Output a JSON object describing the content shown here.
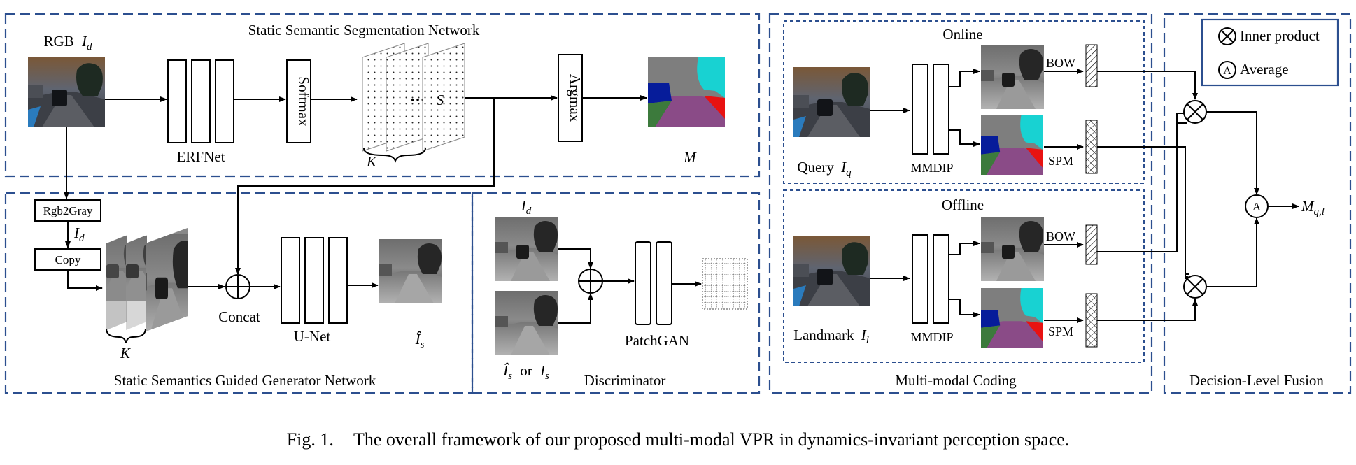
{
  "panels": {
    "segmentation": "Static Semantic Segmentation Network",
    "generator": "Static Semantics Guided Generator Network",
    "discriminator": "Discriminator",
    "multimodal": "Multi-modal Coding",
    "fusion": "Decision-Level Fusion"
  },
  "labels": {
    "rgb": "RGB",
    "id_sym": "I",
    "id_sub": "d",
    "erfnet": "ERFNet",
    "softmax": "Softmax",
    "argmax": "Argmax",
    "s": "S",
    "k": "K",
    "m": "M",
    "rgb2gray": "Rgb2Gray",
    "copy": "Copy",
    "concat": "Concat",
    "unet": "U-Net",
    "is_hat": "Î",
    "s_sub": "s",
    "patchgan": "PatchGAN",
    "or": "or",
    "online": "Online",
    "offline": "Offline",
    "query": "Query",
    "q_sub": "q",
    "landmark": "Landmark",
    "l_sub": "l",
    "mmdip": "MMDIP",
    "bow": "BOW",
    "spm": "SPM",
    "inner_product": "Inner product",
    "average": "Average",
    "avg_symbol": "A",
    "m_out": "M",
    "m_out_sub": "q,l"
  },
  "caption": {
    "prefix": "Fig. 1.",
    "text": "The overall framework of our proposed multi-modal VPR in dynamics-invariant perception space."
  },
  "colors": {
    "panel_border": "#2c4f8f",
    "seg_sky": "#7e7e7e",
    "seg_tree": "#18d2d2",
    "seg_road": "#8a4b87",
    "seg_car": "#061c9a",
    "seg_sidewalk": "#e81212"
  }
}
